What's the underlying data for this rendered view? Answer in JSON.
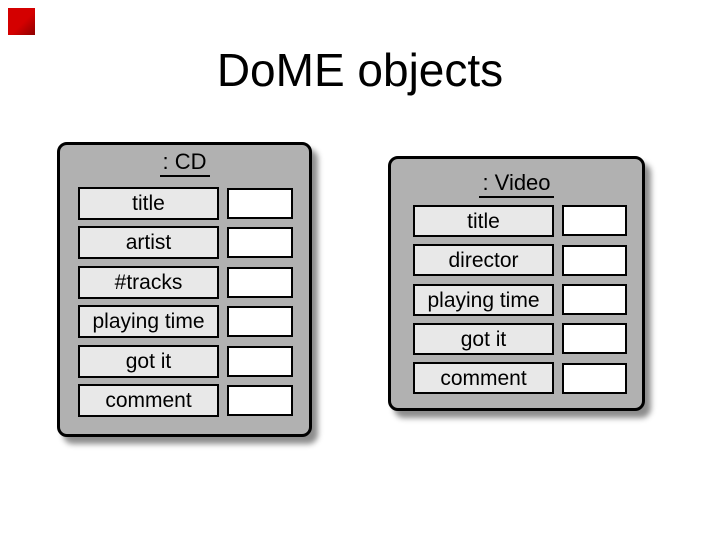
{
  "slide": {
    "title": "DoME objects"
  },
  "colors": {
    "accent_red": "#cc0000",
    "object_fill": "#b1b1b1",
    "field_label_fill": "#e8e8e8",
    "field_value_fill": "#ffffff",
    "border": "#000000",
    "background": "#ffffff"
  },
  "objects": [
    {
      "header": ": CD",
      "fields": [
        {
          "label": "title",
          "value": ""
        },
        {
          "label": "artist",
          "value": ""
        },
        {
          "label": "#tracks",
          "value": ""
        },
        {
          "label": "playing time",
          "value": ""
        },
        {
          "label": "got it",
          "value": ""
        },
        {
          "label": "comment",
          "value": ""
        }
      ]
    },
    {
      "header": ": Video",
      "fields": [
        {
          "label": "title",
          "value": ""
        },
        {
          "label": "director",
          "value": ""
        },
        {
          "label": "playing time",
          "value": ""
        },
        {
          "label": "got it",
          "value": ""
        },
        {
          "label": "comment",
          "value": ""
        }
      ]
    }
  ]
}
